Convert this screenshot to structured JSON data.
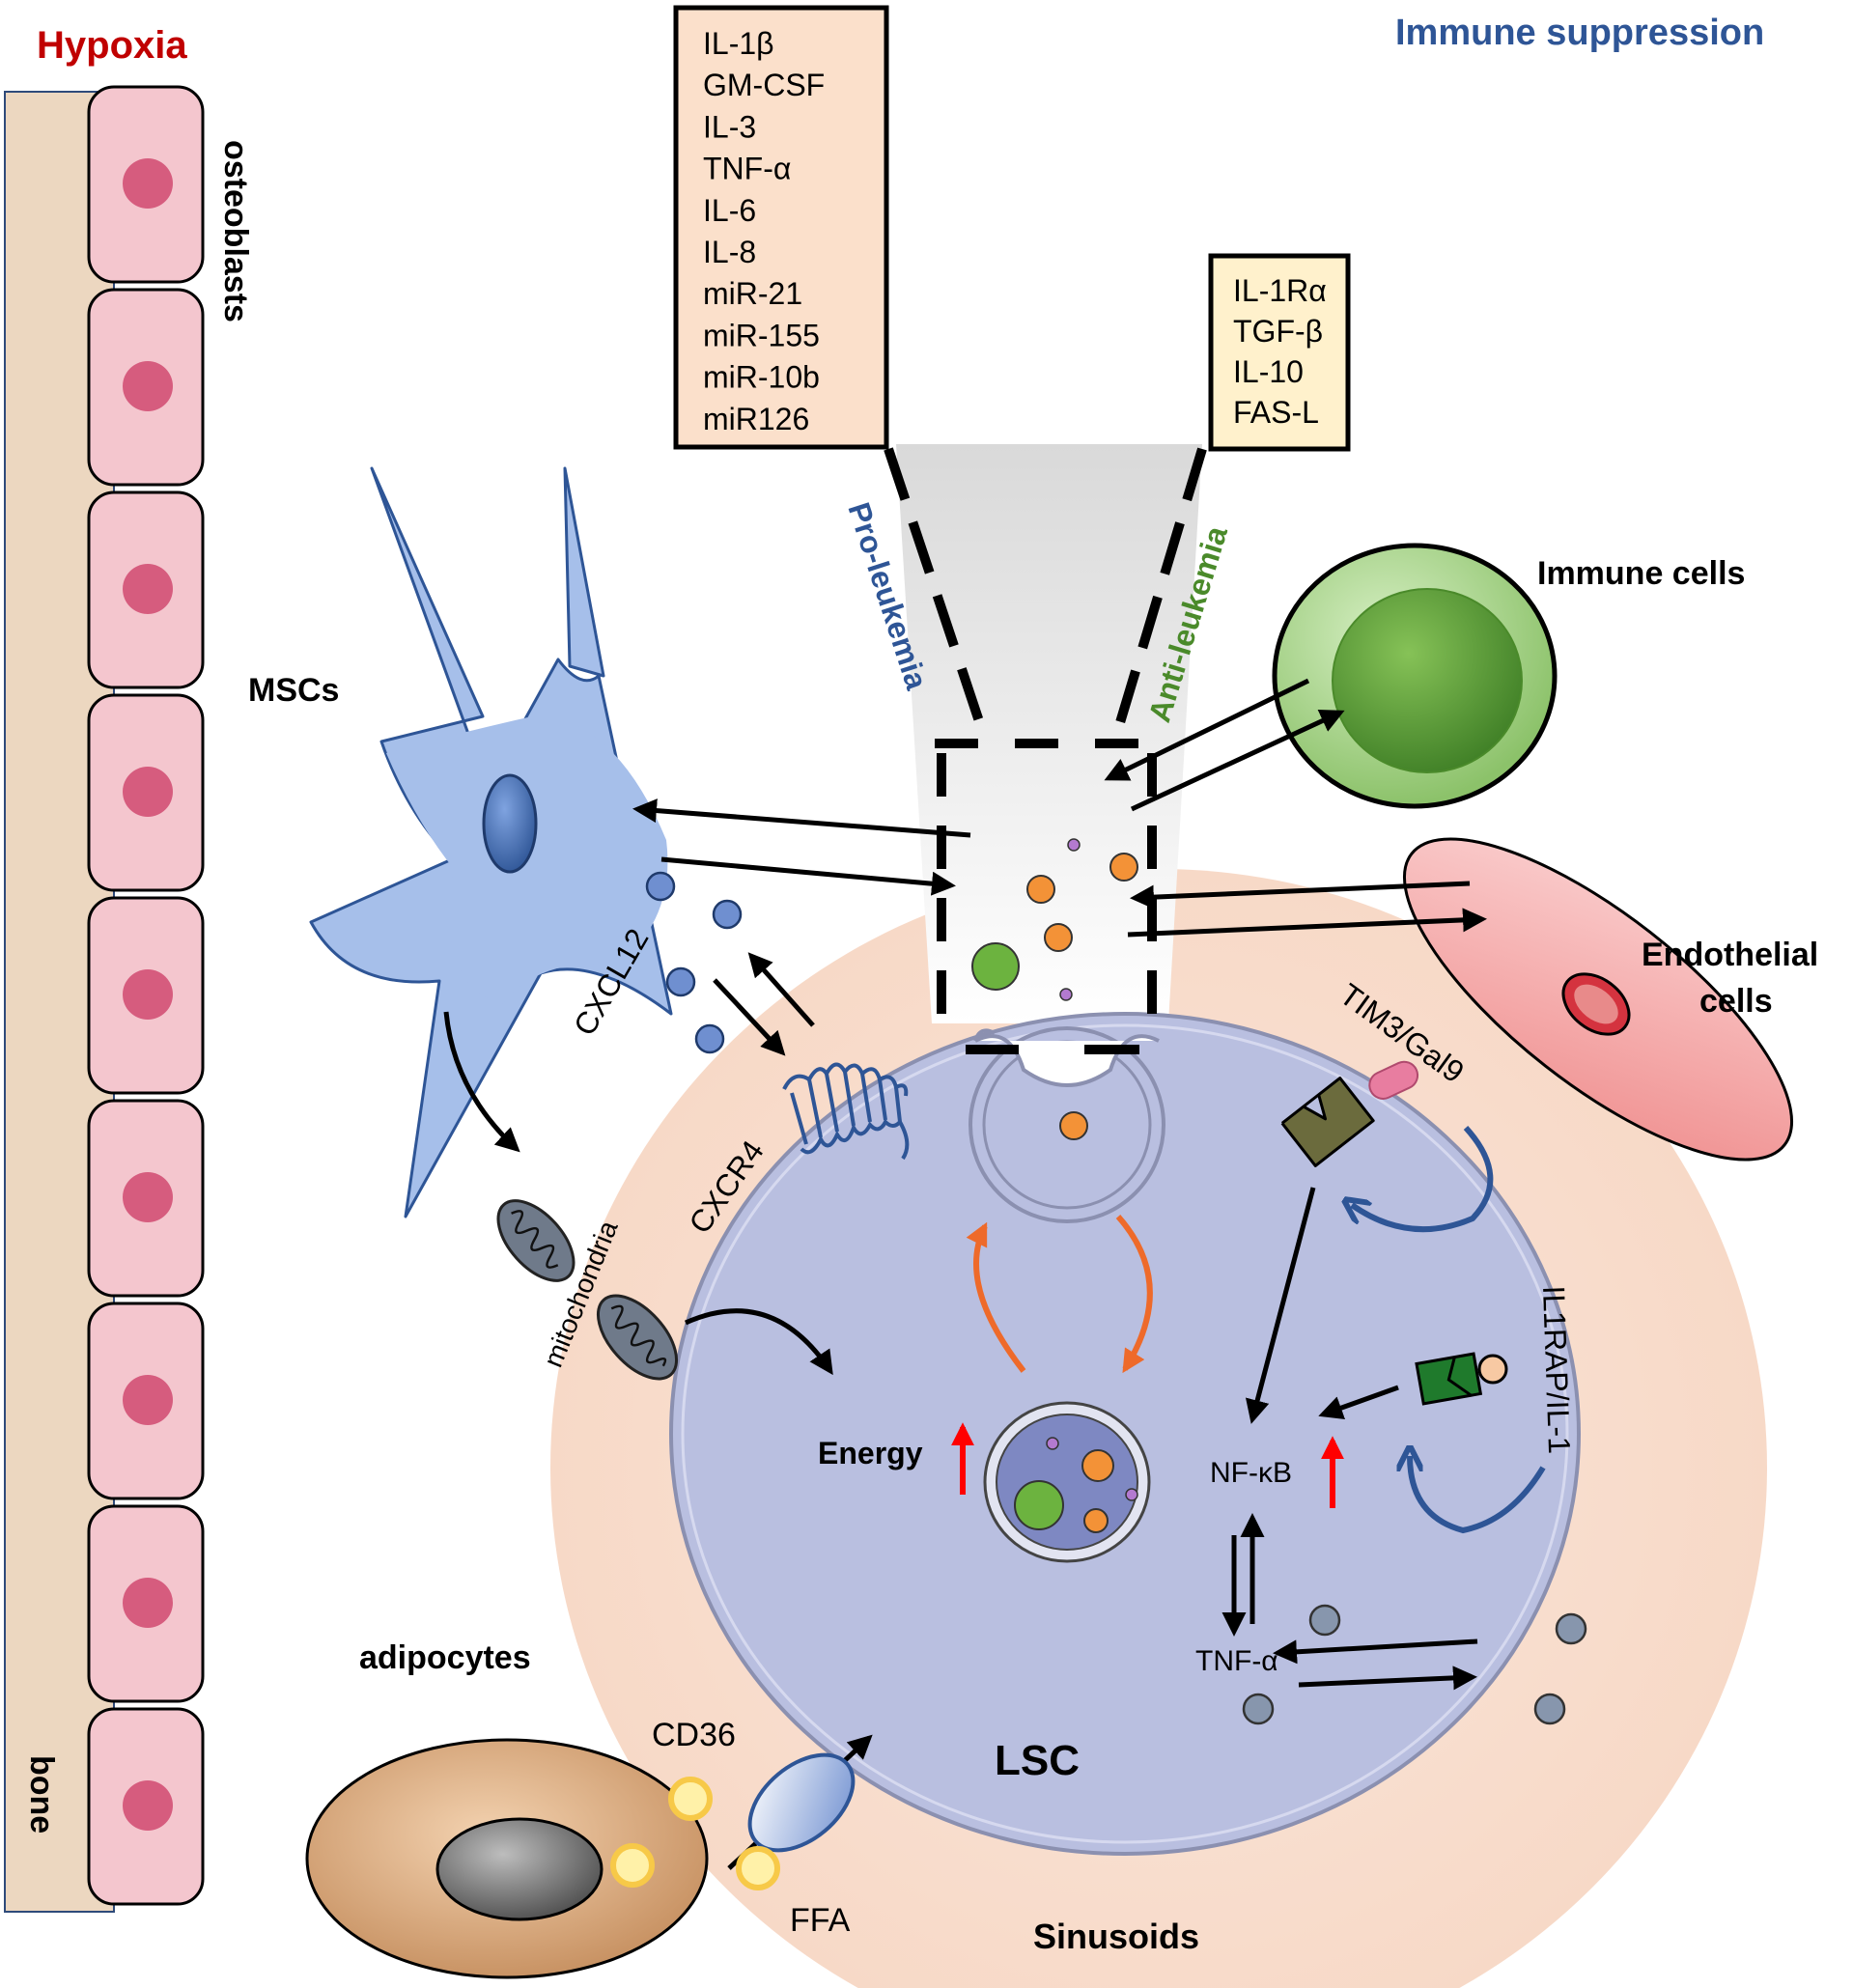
{
  "header": {
    "hypoxia": "Hypoxia",
    "immune_suppression": "Immune suppression"
  },
  "labels": {
    "osteoblasts": "osteoblasts",
    "bone": "bone",
    "mscs": "MSCs",
    "immune_cells": "Immune cells",
    "endothelial_cells_line1": "Endothelial",
    "endothelial_cells_line2": "cells",
    "cxcl12": "CXCL12",
    "cxcr4": "CXCR4",
    "mitochondria": "mitochondria",
    "energy": "Energy",
    "tim3_gal9": "TIM3/Gal9",
    "il1rap_il1": "IL1RAP/IL-1",
    "nfkb": "NF-κB",
    "tnfa": "TNF-α",
    "lsc": "LSC",
    "adipocytes": "adipocytes",
    "cd36": "CD36",
    "ffa": "FFA",
    "sinusoids": "Sinusoids",
    "pro_leukemia": "Pro-leukemia",
    "anti_leukemia": "Anti-leukemia"
  },
  "pro_leukemia_factors": [
    "IL-1β",
    "GM-CSF",
    "IL-3",
    "TNF-α",
    "IL-6",
    "IL-8",
    "miR-21",
    "miR-155",
    "miR-10b",
    "miR126"
  ],
  "anti_leukemia_factors": [
    "IL-1Rα",
    "TGF-β",
    "IL-10",
    "FAS-L"
  ],
  "colors": {
    "hypoxia": "#c00000",
    "immune_suppression": "#2e5596",
    "pro_leukemia": "#2e5596",
    "anti_leukemia": "#4a8a2a",
    "bone": "#ecd7c0",
    "osteoblast": "#f4c6ce",
    "osteoblast_nucleus": "#d65c7e",
    "sinusoid": "#f9dfd0",
    "lsc": "#b9bfe0",
    "msc": "#9fb8e6",
    "immune_cell": "#8cc26a",
    "endothelial": "#f29b9b",
    "factor_box_pro": "#fbe0cb",
    "factor_box_anti": "#fff1cc",
    "red_arrow": "#ff0000",
    "orange_arrow": "#ee6a2a",
    "blue_arrow": "#2e5596",
    "orange_particle": "#f39237",
    "green_particle": "#6cb33f",
    "purple_particle": "#b37ad0"
  }
}
